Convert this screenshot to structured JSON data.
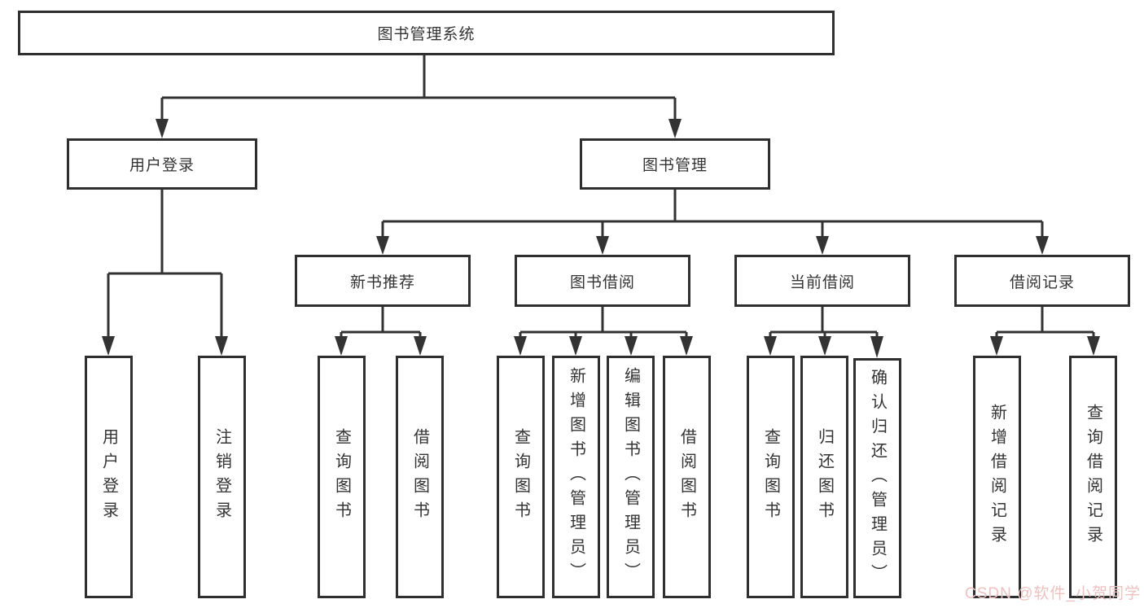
{
  "tree": {
    "root": {
      "label": "图书管理系统"
    },
    "branches": [
      {
        "label": "用户登录",
        "children": [
          "用户登录",
          "注销登录"
        ]
      },
      {
        "label": "图书管理",
        "groups": [
          {
            "label": "新书推荐",
            "children": [
              "查询图书",
              "借阅图书"
            ]
          },
          {
            "label": "图书借阅",
            "children": [
              "查询图书",
              "新增图书（管理员）",
              "编辑图书（管理员）",
              "借阅图书"
            ]
          },
          {
            "label": "当前借阅",
            "children": [
              "查询图书",
              "归还图书",
              "确认归还（管理员）"
            ]
          },
          {
            "label": "借阅记录",
            "children": [
              "新增借阅记录",
              "查询借阅记录"
            ]
          }
        ]
      }
    ]
  },
  "watermark": {
    "text": "CSDN @软件_小贺同学"
  },
  "colors": {
    "line": "#333333",
    "border": "#2f2f2f",
    "text": "#333333",
    "watermark": "#eec1c1",
    "background": "#ffffff"
  }
}
